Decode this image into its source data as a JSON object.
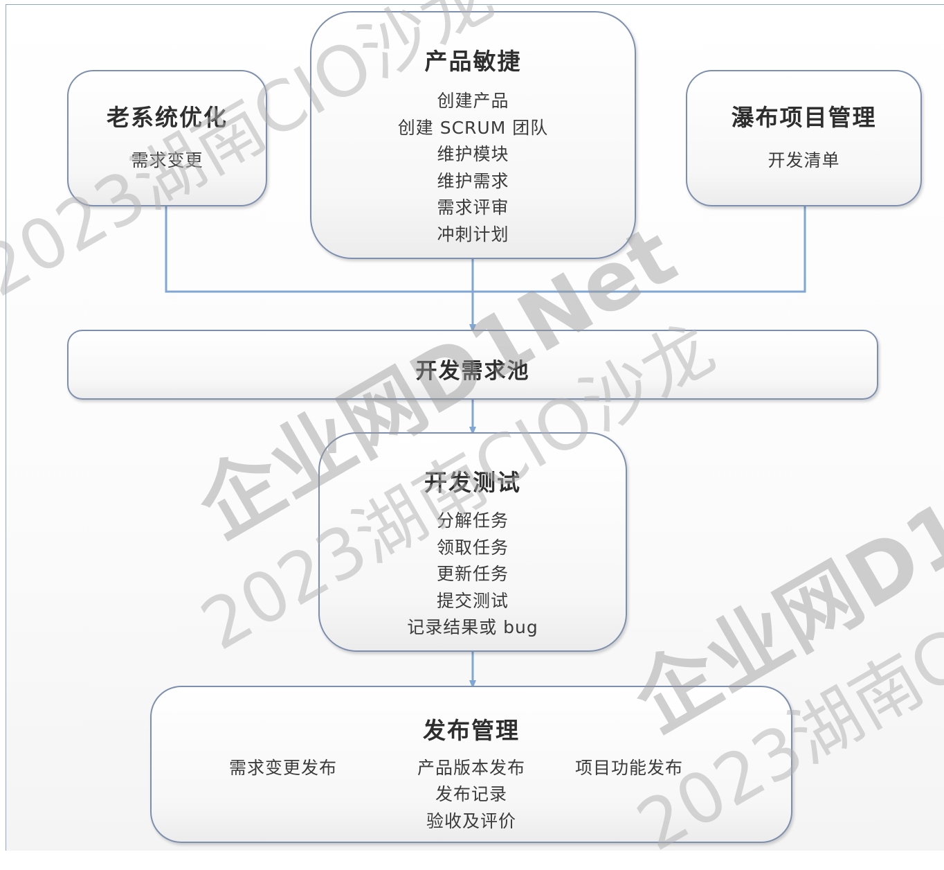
{
  "nodes": {
    "legacy": {
      "title": "老系统优化",
      "items": [
        "需求变更"
      ]
    },
    "product": {
      "title": "产品敏捷",
      "items": [
        "创建产品",
        "创建 SCRUM 团队",
        "维护模块",
        "维护需求",
        "需求评审",
        "冲刺计划"
      ]
    },
    "waterfall": {
      "title": "瀑布项目管理",
      "items": [
        "开发清单"
      ]
    },
    "pool": {
      "title": "开发需求池"
    },
    "devtest": {
      "title": "开发测试",
      "items": [
        "分解任务",
        "领取任务",
        "更新任务",
        "提交测试",
        "记录结果或 bug"
      ]
    },
    "release": {
      "title": "发布管理",
      "row": [
        "需求变更发布",
        "产品版本发布",
        "项目功能发布"
      ],
      "items": [
        "发布记录",
        "验收及评价"
      ]
    }
  },
  "watermarks": {
    "brand": "企业网D1Net",
    "event": "2023湖南CIO沙龙"
  },
  "colors": {
    "border": "#7d8fae",
    "connector": "#7fa6d4",
    "frame": "#8ea6c8"
  }
}
